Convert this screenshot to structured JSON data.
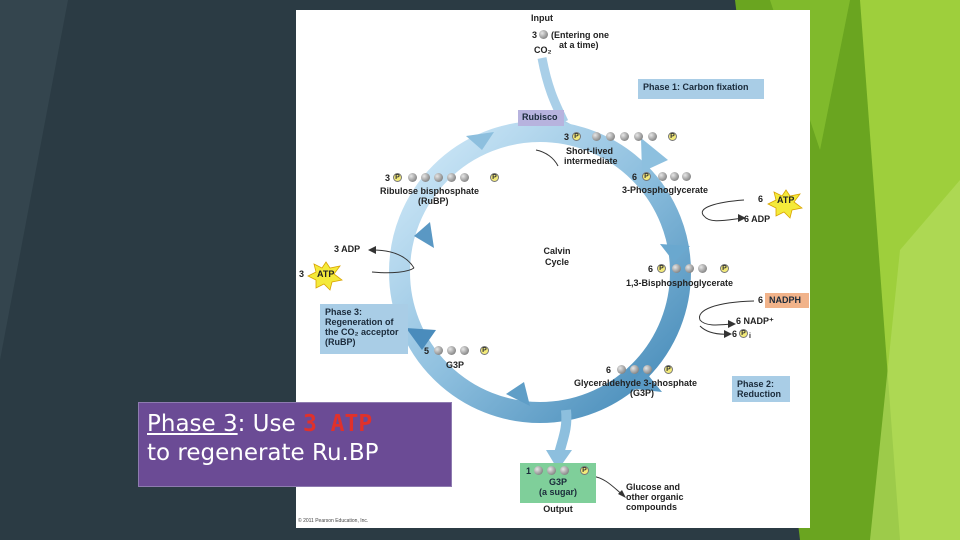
{
  "colors": {
    "background": "#2b3b44",
    "green_light": "#9ecf3c",
    "green_dark": "#6aa520",
    "callout_bg": "#6b4b95",
    "callout_red": "#e0312b",
    "phase_box": "#a9cde6",
    "rubisco_box": "#b7b3de",
    "nadph_box": "#f1b38a",
    "g3p_box": "#7fcf9a",
    "atp_star": "#f4ea3a"
  },
  "diagram": {
    "input": {
      "title": "Input",
      "count": "3",
      "entering": "(Entering one",
      "entering2": "at a time)",
      "molecule": "CO₂"
    },
    "phase1_label": "Phase 1: Carbon fixation",
    "rubisco": "Rubisco",
    "short_lived": {
      "count": "3",
      "label1": "Short-lived",
      "label2": "intermediate"
    },
    "phosphoglycerate": {
      "count": "6",
      "label": "3-Phosphoglycerate"
    },
    "atp_right": {
      "count": "6",
      "star": "ATP",
      "adp": "6 ADP"
    },
    "bisphosphoglycerate": {
      "count": "6",
      "label": "1,3-Bisphosphoglycerate"
    },
    "nadph": {
      "count": "6",
      "label": "NADPH",
      "nadp": "6 NADP⁺",
      "pi_count": "6",
      "pi": "P",
      "pi_sub": "i"
    },
    "g3p_right": {
      "count": "6",
      "label1": "Glyceraldehyde 3-phosphate",
      "label2": "(G3P)"
    },
    "phase2_label1": "Phase 2:",
    "phase2_label2": "Reduction",
    "calvin1": "Calvin",
    "calvin2": "Cycle",
    "rubp": {
      "count": "3",
      "label1": "Ribulose bisphosphate",
      "label2": "(RuBP)"
    },
    "atp_left": {
      "adp": "3 ADP",
      "count": "3",
      "star": "ATP"
    },
    "phase3": {
      "l1": "Phase 3:",
      "l2": "Regeneration of",
      "l3": "the CO₂ acceptor",
      "l4": "(RuBP)"
    },
    "g3p_left": {
      "count": "5",
      "label": "G3P"
    },
    "output": {
      "count": "1",
      "l1": "G3P",
      "l2": "(a sugar)",
      "l3": "Output",
      "glucose1": "Glucose and",
      "glucose2": "other organic",
      "glucose3": "compounds"
    },
    "p_symbol": "P",
    "copyright": "© 2011 Pearson Education, Inc."
  },
  "callout": {
    "phase": "Phase 3",
    "colon": ": Use ",
    "atp": "3 ATP",
    "line2": "to regenerate Ru.BP"
  }
}
